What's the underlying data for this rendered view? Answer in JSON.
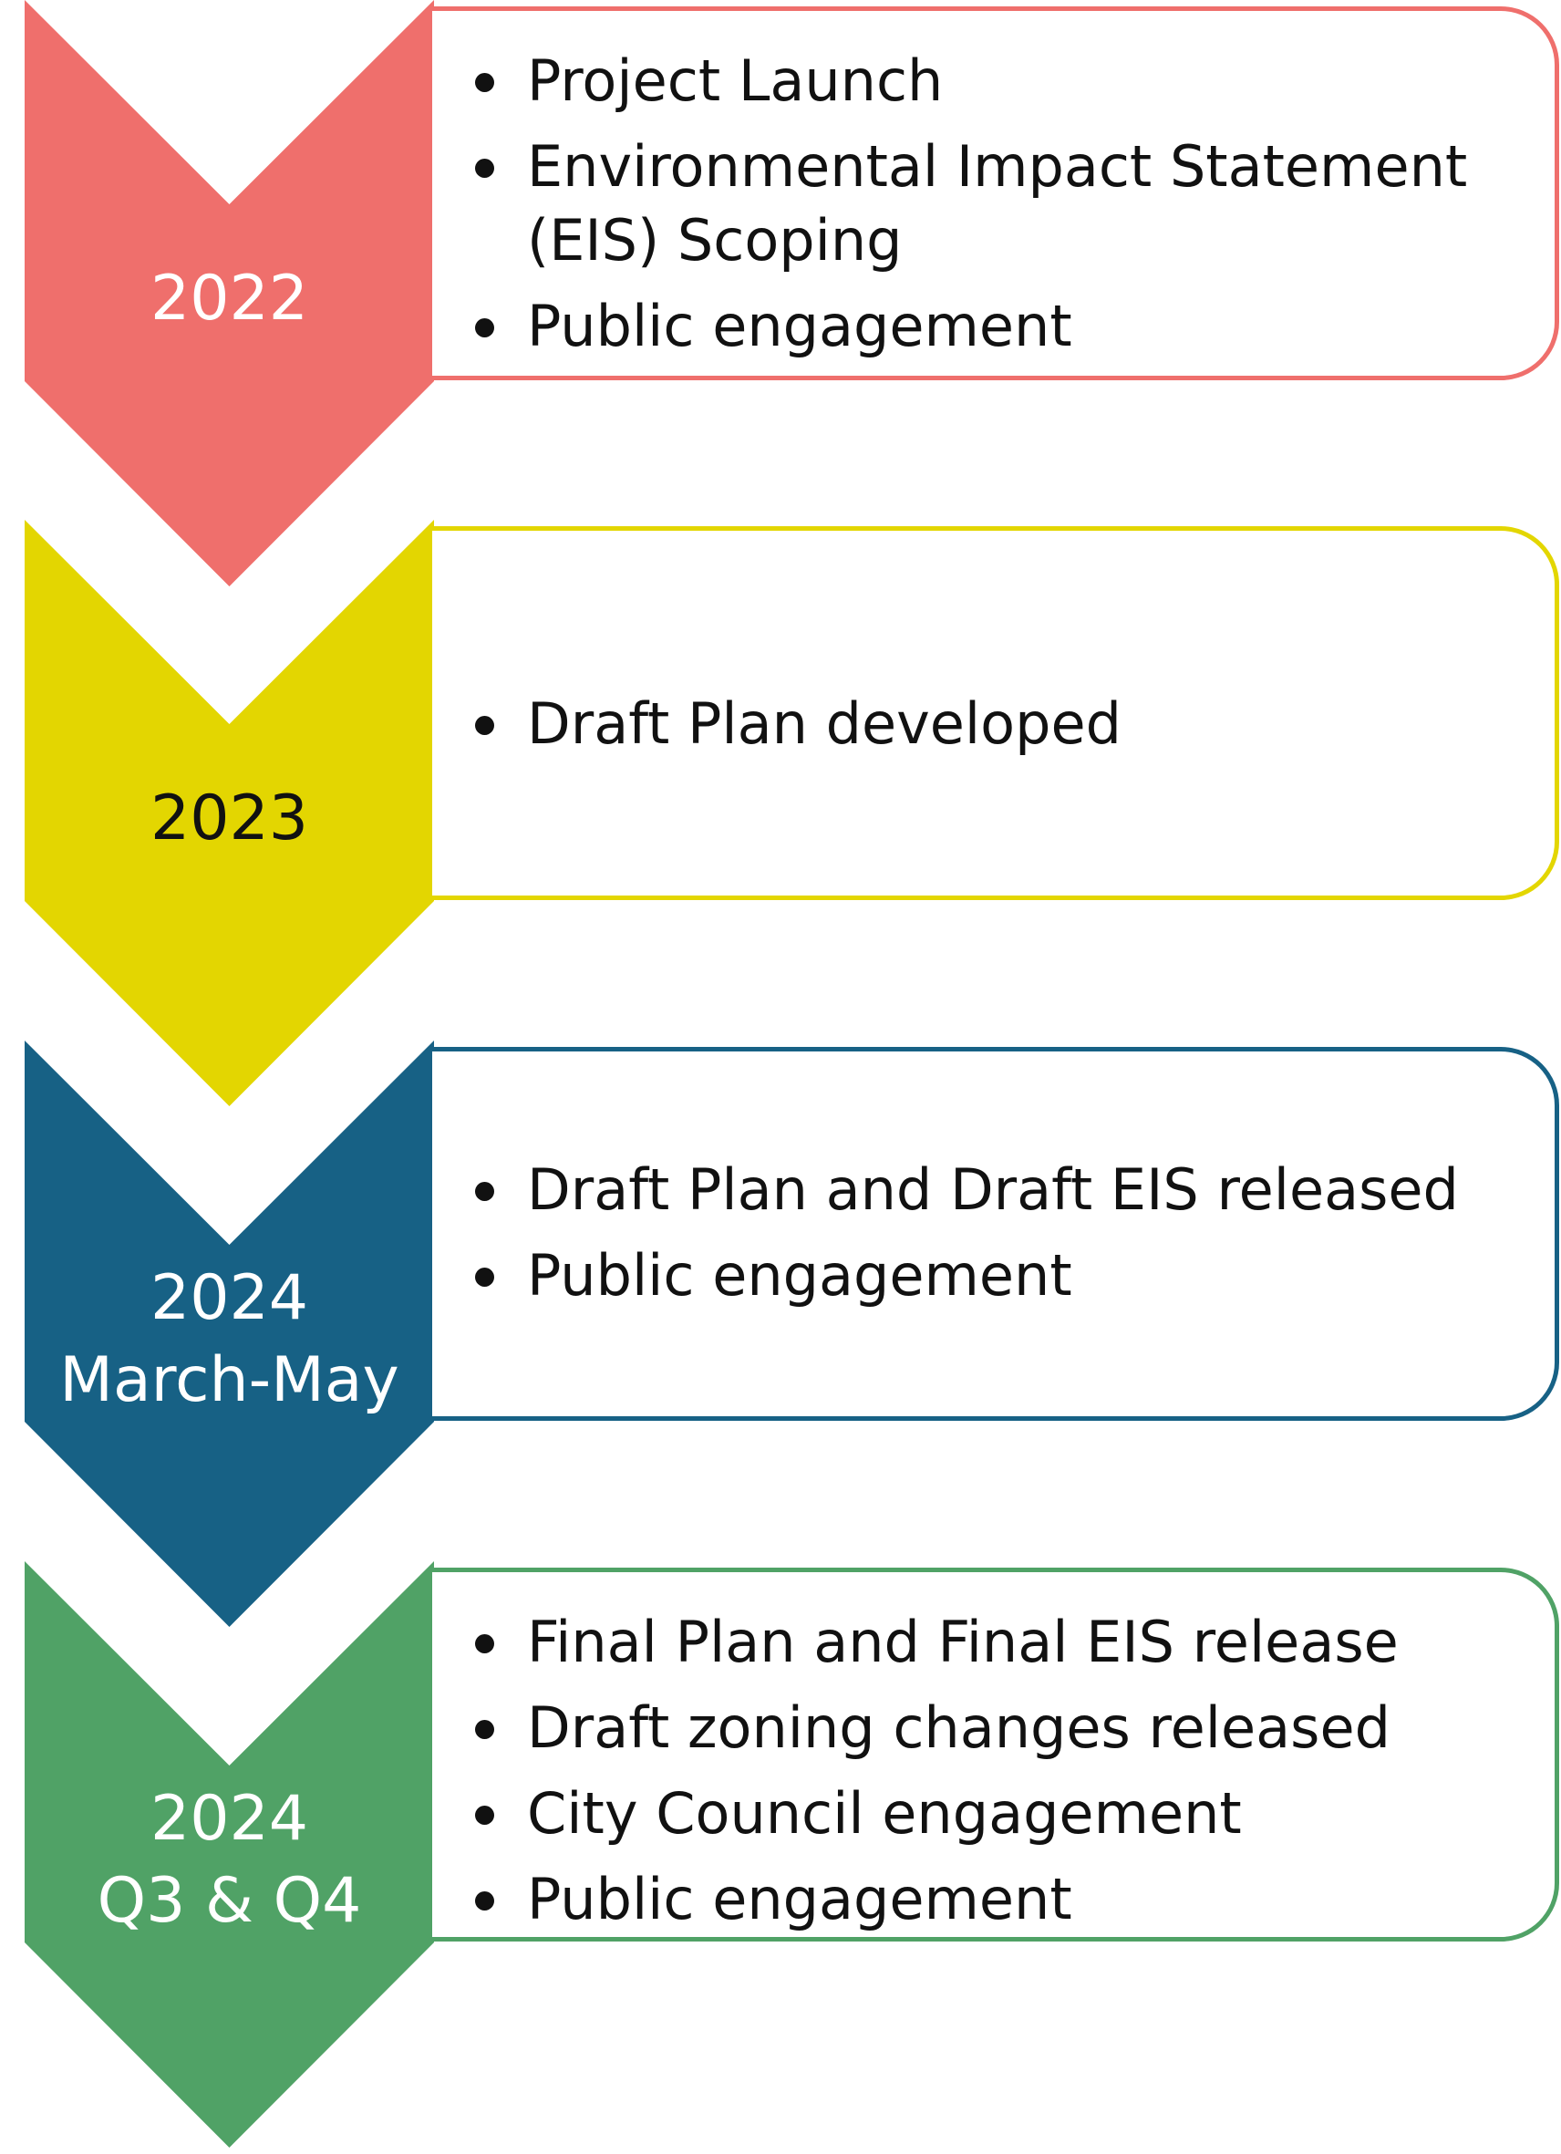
{
  "stages": [
    {
      "label_lines": [
        "2022"
      ],
      "color": "#EF6F6C",
      "text_color": "#FFFFFF",
      "items": [
        "Project Launch",
        "Environmental Impact Statement (EIS) Scoping",
        "Public engagement"
      ]
    },
    {
      "label_lines": [
        "2023"
      ],
      "color": "#E3D601",
      "text_color": "#111111",
      "items": [
        "Draft Plan developed"
      ]
    },
    {
      "label_lines": [
        "2024",
        "March-May"
      ],
      "color": "#176185",
      "text_color": "#FFFFFF",
      "items": [
        "Draft Plan and Draft EIS released",
        "Public engagement"
      ]
    },
    {
      "label_lines": [
        "2024",
        "Q3 & Q4"
      ],
      "color": "#50A266",
      "text_color": "#FFFFFF",
      "items": [
        "Final Plan and Final EIS release",
        "Draft zoning changes released",
        "City Council engagement",
        "Public engagement"
      ]
    }
  ]
}
